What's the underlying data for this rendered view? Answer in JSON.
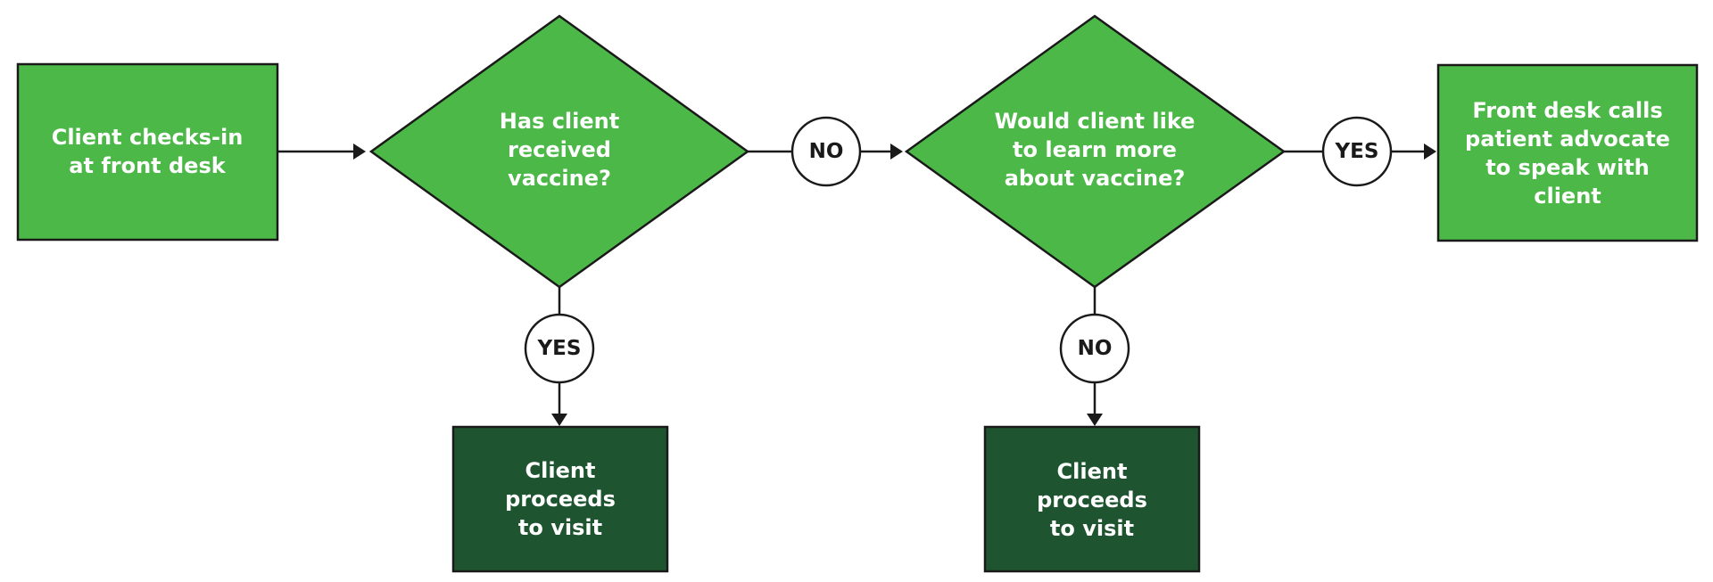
{
  "nodes": {
    "checkin": {
      "lines": [
        "Client checks-in",
        "at front desk"
      ]
    },
    "received": {
      "lines": [
        "Has client",
        "received",
        "vaccine?"
      ]
    },
    "learn": {
      "lines": [
        "Would client like",
        "to learn more",
        "about vaccine?"
      ]
    },
    "advocate": {
      "lines": [
        "Front desk calls",
        "patient advocate",
        "to speak with",
        "client"
      ]
    },
    "visit_1": {
      "lines": [
        "Client",
        "proceeds",
        "to visit"
      ]
    },
    "visit_2": {
      "lines": [
        "Client",
        "proceeds",
        "to visit"
      ]
    }
  },
  "badges": {
    "received_no": "NO",
    "received_yes": "YES",
    "learn_yes": "YES",
    "learn_no": "NO"
  },
  "colors": {
    "node_fill": "#4cb848",
    "terminal_fill": "#1e5530",
    "stroke": "#1a1a1a",
    "node_text": "#ffffff"
  }
}
